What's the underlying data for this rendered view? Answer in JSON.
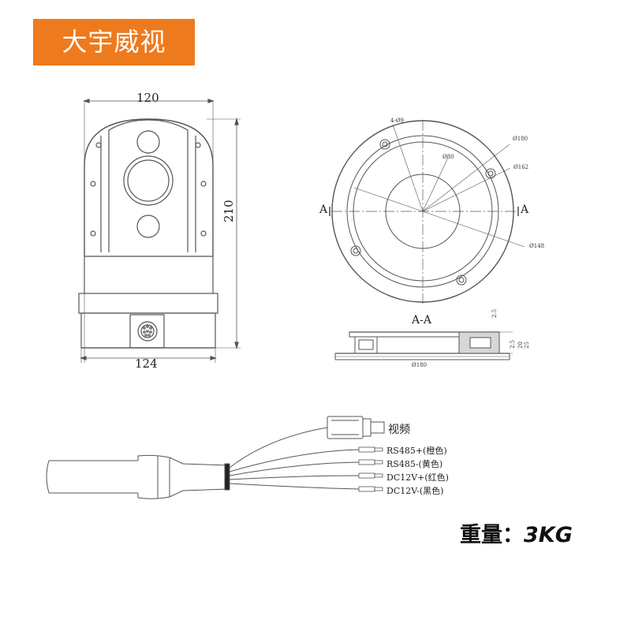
{
  "brand": {
    "text": "大宇威视",
    "color": "#ee7a1e"
  },
  "front_view": {
    "width_top": "120",
    "height": "210",
    "width_bottom": "124"
  },
  "top_view": {
    "holes": "4-Ø9",
    "d180": "Ø180",
    "d80": "Ø80",
    "d162": "Ø162",
    "d148": "Ø148",
    "section_left": "A",
    "section_right": "A"
  },
  "section_view": {
    "title": "A-A",
    "dim_2_5_top": "2.5",
    "dim_2_5_mid": "2.5",
    "dim_20": "20",
    "dim_25": "25",
    "d180": "Ø180"
  },
  "cable": {
    "video": "视频",
    "rs485_plus": "RS485+(橙色)",
    "rs485_minus": "RS485-(黄色)",
    "dc_plus": "DC12V+(红色)",
    "dc_minus": "DC12V-(黑色)"
  },
  "weight": {
    "label": "重量：",
    "value": "3KG"
  }
}
